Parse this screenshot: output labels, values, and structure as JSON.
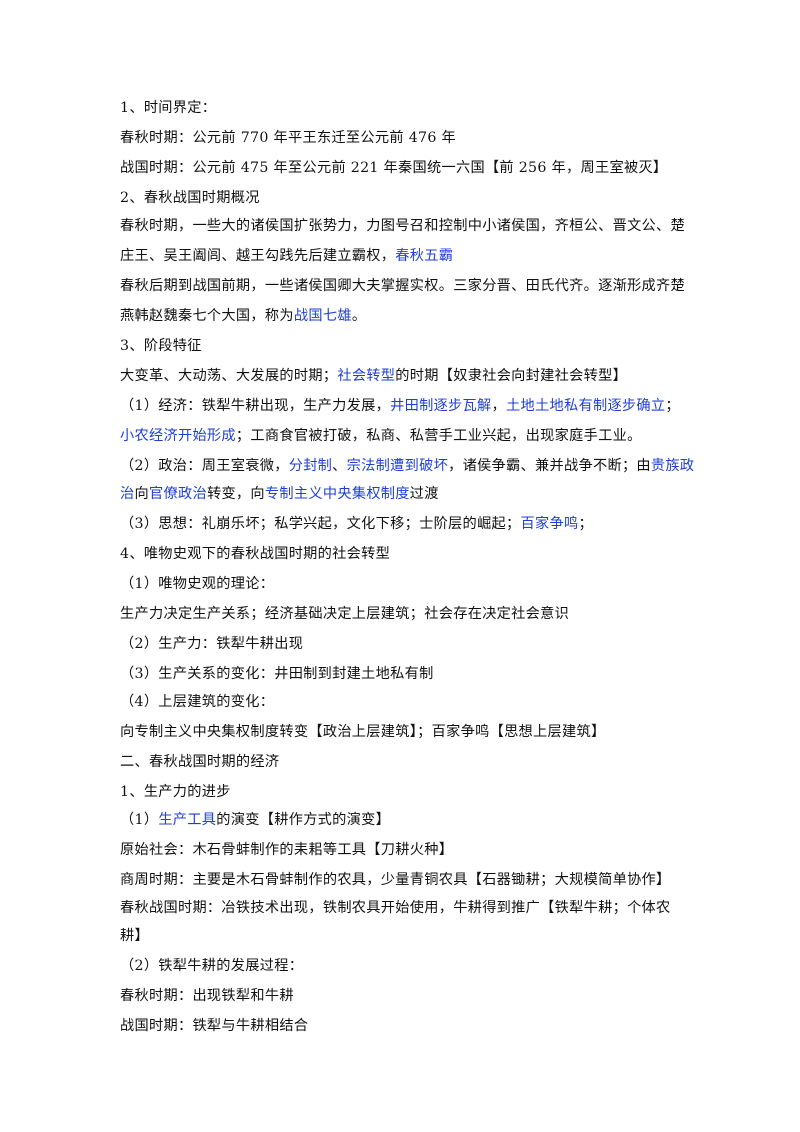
{
  "lines": [
    {
      "segs": [
        {
          "t": "1、时间界定："
        }
      ]
    },
    {
      "segs": [
        {
          "t": "春秋时期：公元前 770 年平王东迁至公元前 476 年"
        }
      ]
    },
    {
      "segs": [
        {
          "t": "战国时期：公元前 475 年至公元前 221 年秦国统一六国【前 256 年，周王室被灭】"
        }
      ]
    },
    {
      "segs": [
        {
          "t": "2、春秋战国时期概况"
        }
      ]
    },
    {
      "segs": [
        {
          "t": "春秋时期，一些大的诸侯国扩张势力，力图号召和控制中小诸侯国，齐桓公、晋文公、楚"
        }
      ]
    },
    {
      "segs": [
        {
          "t": "庄王、吴王阖闾、越王勾践先后建立霸权，"
        },
        {
          "t": "春秋五霸",
          "blue": true
        }
      ]
    },
    {
      "segs": [
        {
          "t": "春秋后期到战国前期，一些诸侯国卿大夫掌握实权。三家分晋、田氏代齐。逐渐形成齐楚"
        }
      ]
    },
    {
      "segs": [
        {
          "t": "燕韩赵魏秦七个大国，称为"
        },
        {
          "t": "战国七雄",
          "blue": true
        },
        {
          "t": "。"
        }
      ]
    },
    {
      "segs": [
        {
          "t": "3、阶段特征"
        }
      ]
    },
    {
      "segs": [
        {
          "t": "大变革、大动荡、大发展的时期；"
        },
        {
          "t": "社会转型",
          "blue": true
        },
        {
          "t": "的时期【奴隶社会向封建社会转型】"
        }
      ]
    },
    {
      "segs": [
        {
          "t": "（1）经济：铁犁牛耕出现，生产力发展，"
        },
        {
          "t": "井田制逐步瓦解",
          "blue": true
        },
        {
          "t": "，"
        },
        {
          "t": "土地土地私有制逐步确立",
          "blue": true
        },
        {
          "t": "；"
        }
      ]
    },
    {
      "segs": [
        {
          "t": "小农经济开始形成",
          "blue": true
        },
        {
          "t": "；工商食官被打破，私商、私营手工业兴起，出现家庭手工业。"
        }
      ]
    },
    {
      "segs": [
        {
          "t": "（2）政治：周王室衰微，"
        },
        {
          "t": "分封制",
          "blue": true
        },
        {
          "t": "、"
        },
        {
          "t": "宗法制遭到破坏",
          "blue": true
        },
        {
          "t": "，诸侯争霸、兼并战争不断；由"
        },
        {
          "t": "贵族政",
          "blue": true
        }
      ]
    },
    {
      "segs": [
        {
          "t": "治",
          "blue": true
        },
        {
          "t": "向"
        },
        {
          "t": "官僚政治",
          "blue": true
        },
        {
          "t": "转变，向"
        },
        {
          "t": "专制主义中央集权制度",
          "blue": true
        },
        {
          "t": "过渡"
        }
      ]
    },
    {
      "segs": [
        {
          "t": "（3）思想：礼崩乐坏；私学兴起，文化下移；士阶层的崛起；"
        },
        {
          "t": "百家争鸣",
          "blue": true
        },
        {
          "t": "；"
        }
      ]
    },
    {
      "segs": [
        {
          "t": "4、唯物史观下的春秋战国时期的社会转型"
        }
      ]
    },
    {
      "segs": [
        {
          "t": "（1）唯物史观的理论："
        }
      ]
    },
    {
      "segs": [
        {
          "t": "生产力决定生产关系；经济基础决定上层建筑；社会存在决定社会意识"
        }
      ]
    },
    {
      "segs": [
        {
          "t": "（2）生产力：铁犁牛耕出现"
        }
      ]
    },
    {
      "segs": [
        {
          "t": "（3）生产关系的变化：井田制到封建土地私有制"
        }
      ]
    },
    {
      "segs": [
        {
          "t": "（4）上层建筑的变化："
        }
      ]
    },
    {
      "segs": [
        {
          "t": "向专制主义中央集权制度转变【政治上层建筑】；百家争鸣【思想上层建筑】"
        }
      ]
    },
    {
      "segs": [
        {
          "t": "二、春秋战国时期的经济"
        }
      ]
    },
    {
      "segs": [
        {
          "t": "1、生产力的进步"
        }
      ]
    },
    {
      "segs": [
        {
          "t": "（1）"
        },
        {
          "t": "生产工具",
          "blue": true
        },
        {
          "t": "的演变【耕作方式的演变】"
        }
      ]
    },
    {
      "segs": [
        {
          "t": "原始社会：木石骨蚌制作的耒耜等工具【刀耕火种】"
        }
      ]
    },
    {
      "segs": [
        {
          "t": "商周时期：主要是木石骨蚌制作的农具，少量青铜农具【石器锄耕；大规模简单协作】"
        }
      ]
    },
    {
      "segs": [
        {
          "t": "春秋战国时期：冶铁技术出现，铁制农具开始使用，牛耕得到推广【铁犁牛耕；个体农"
        }
      ]
    },
    {
      "segs": [
        {
          "t": "耕】"
        }
      ]
    },
    {
      "segs": [
        {
          "t": "（2）铁犁牛耕的发展过程："
        }
      ]
    },
    {
      "segs": [
        {
          "t": "春秋时期：出现铁犁和牛耕"
        }
      ]
    },
    {
      "segs": [
        {
          "t": "战国时期：铁犁与牛耕相结合"
        }
      ]
    }
  ]
}
